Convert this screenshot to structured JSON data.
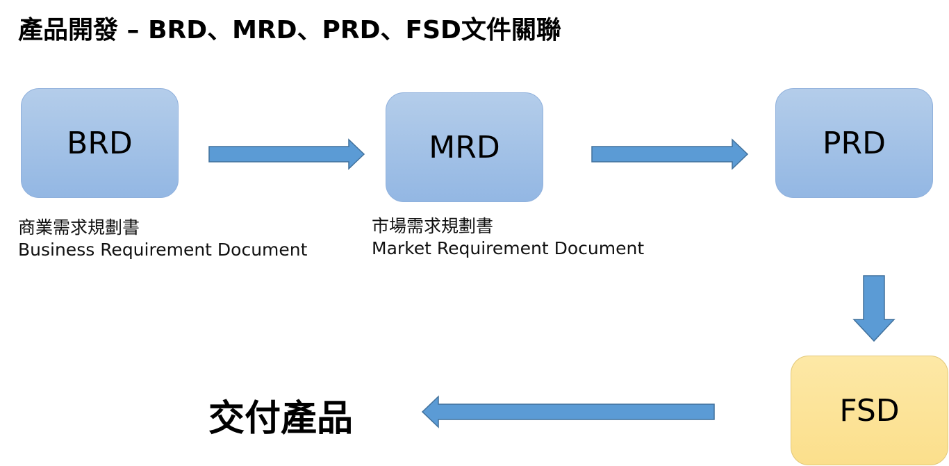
{
  "title": "產品開發 – BRD、MRD、PRD、FSD文件關聯",
  "nodes": {
    "brd": {
      "label": "BRD",
      "desc_zh": "商業需求規劃書",
      "desc_en": "Business Requirement Document"
    },
    "mrd": {
      "label": "MRD",
      "desc_zh": "市場需求規劃書",
      "desc_en": "Market Requirement Document"
    },
    "prd": {
      "label": "PRD"
    },
    "fsd": {
      "label": "FSD"
    }
  },
  "final_step": "交付產品",
  "colors": {
    "box_blue_top": "#b4cdea",
    "box_blue_bottom": "#93b7e3",
    "box_yellow": "#fde8a6",
    "arrow_fill": "#5b9bd5",
    "arrow_stroke": "#41719c"
  }
}
